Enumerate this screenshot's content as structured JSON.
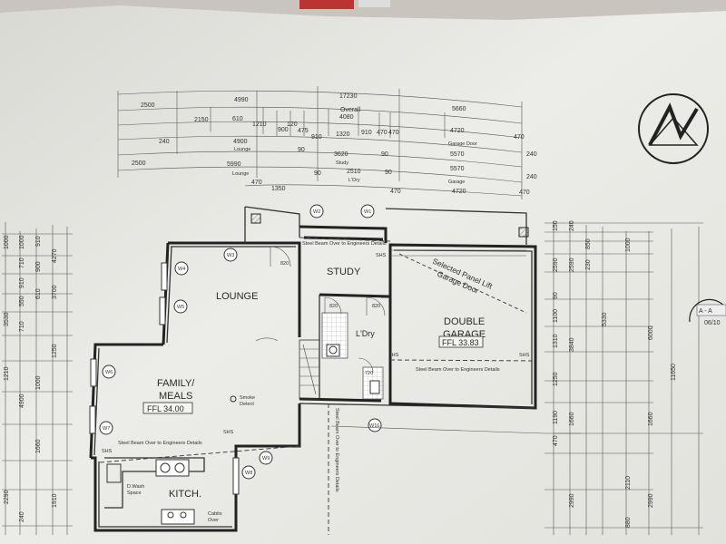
{
  "rooms": {
    "lounge": "LOUNGE",
    "study": "STUDY",
    "family_1": "FAMILY/",
    "family_2": "MEALS",
    "family_ffl": "FFL 34.00",
    "double_1": "DOUBLE",
    "double_2": "GARAGE",
    "garage_ffl": "FFL 33.83",
    "ldry": "L'Dry",
    "kitch": "KITCH.",
    "dwash": "D.Wash",
    "space": "Space"
  },
  "notes": {
    "beam_top": "Steel Beam Over to Engineers Details",
    "beam_garage": "Steel Beam Over to Engineers Details",
    "beam_kitchen": "Steel Beam Over to Engineers Details",
    "beam_right": "Steel Beam Over to Engineers Details",
    "panel_lift": "Selected Panel Lift",
    "garage_door": "Garage Door",
    "smoke": "Smoke",
    "detect": "Detect",
    "overall": "Overall",
    "cabinets": "Cabits",
    "over": "Over",
    "shs": "SHS",
    "section": "A - A",
    "sheet": "06/10"
  },
  "dims_top": {
    "r1": [
      "2500",
      "4990",
      "17230",
      "5660"
    ],
    "r1b": "4080",
    "r2": [
      "2150",
      "610",
      "1210",
      "900",
      "120",
      "475",
      "910",
      "1320",
      "910",
      "470",
      "470",
      "4720",
      "470"
    ],
    "r3": [
      "240",
      "4900",
      "90",
      "3620",
      "90",
      "5570",
      "240"
    ],
    "r4": [
      "2500",
      "5990",
      "90",
      "2510",
      "90",
      "5570",
      "240"
    ],
    "r5": [
      "470",
      "1350",
      "470",
      "4720",
      "470"
    ],
    "labels": [
      "Lounge",
      "Study",
      "Garage Door",
      "L'Dry",
      "Garage"
    ]
  },
  "dims_left": [
    "1000",
    "710",
    "910",
    "550",
    "710",
    "1210",
    "1250",
    "1000",
    "4900",
    "1660",
    "2290",
    "1910",
    "4270",
    "3700",
    "3530",
    "240",
    "910",
    "900",
    "610"
  ],
  "dims_right": [
    "150",
    "240",
    "850",
    "1000",
    "2590",
    "2590",
    "230",
    "90",
    "1100",
    "1310",
    "1250",
    "3840",
    "5330",
    "6000",
    "11650",
    "1660",
    "1190",
    "470",
    "2990",
    "2110",
    "2990",
    "880"
  ],
  "windows": [
    "W1",
    "W2",
    "W3",
    "W4",
    "W5",
    "W6",
    "W7",
    "W8",
    "W9",
    "W16"
  ],
  "doors": [
    "820",
    "820",
    "820",
    "820",
    "720"
  ]
}
